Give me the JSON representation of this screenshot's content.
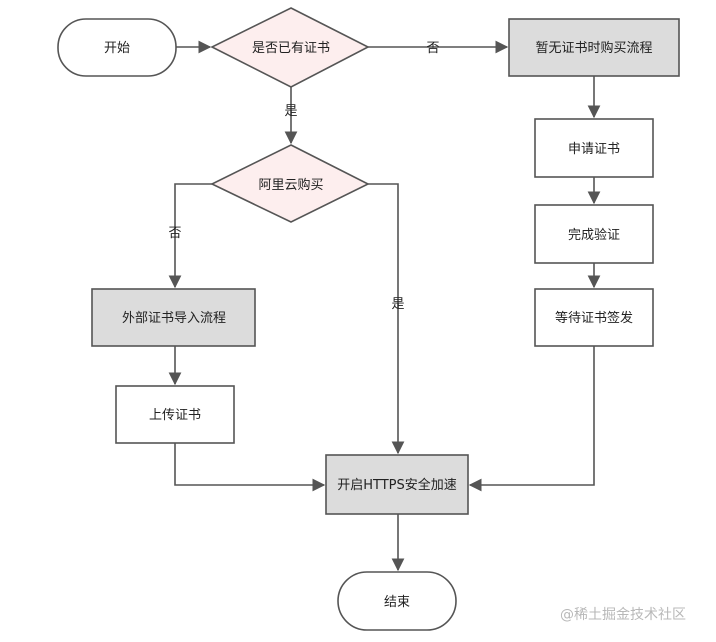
{
  "nodes": {
    "start": "开始",
    "has_cert": "是否已有证书",
    "buy_flow": "暂无证书时购买流程",
    "aliyun_buy": "阿里云购买",
    "apply_cert": "申请证书",
    "complete_verify": "完成验证",
    "wait_issue": "等待证书签发",
    "import_flow": "外部证书导入流程",
    "upload_cert": "上传证书",
    "enable_https": "开启HTTPS安全加速",
    "end": "结束"
  },
  "edges": {
    "has_cert_no": "否",
    "has_cert_yes": "是",
    "aliyun_no": "否",
    "aliyun_yes": "是"
  },
  "watermark": "@稀土掘金技术社区",
  "colors": {
    "stroke": "#555555",
    "decision_fill": "#fdeeee",
    "gray_fill": "#dcdcdc",
    "white_fill": "#ffffff"
  }
}
